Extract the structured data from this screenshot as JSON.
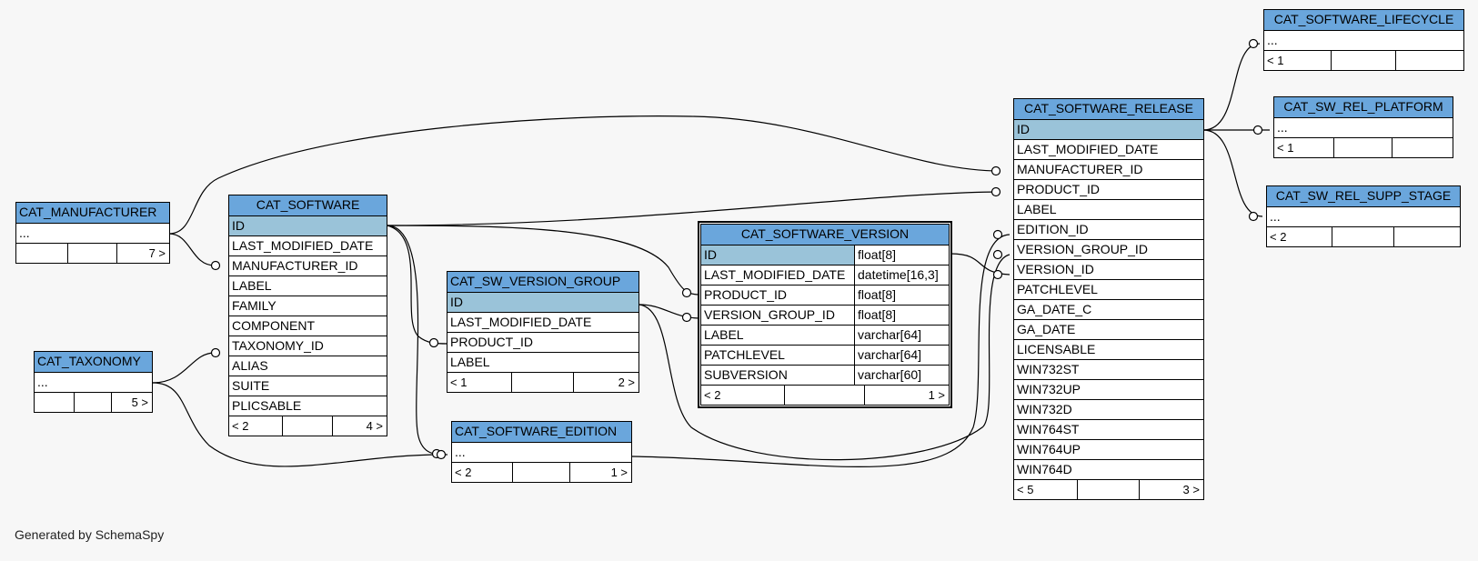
{
  "generated_by": "Generated by SchemaSpy",
  "tables": {
    "manufacturer": {
      "name": "CAT_MANUFACTURER",
      "rows": [
        "..."
      ],
      "footer": [
        "",
        "",
        "7 >"
      ]
    },
    "taxonomy": {
      "name": "CAT_TAXONOMY",
      "rows": [
        "..."
      ],
      "footer": [
        "",
        "",
        "5 >"
      ]
    },
    "software": {
      "name": "CAT_SOFTWARE",
      "pk": "ID",
      "rows": [
        "LAST_MODIFIED_DATE",
        "MANUFACTURER_ID",
        "LABEL",
        "FAMILY",
        "COMPONENT",
        "TAXONOMY_ID",
        "ALIAS",
        "SUITE",
        "PLICSABLE"
      ],
      "footer": [
        "< 2",
        "",
        "4 >"
      ]
    },
    "sw_version_group": {
      "name": "CAT_SW_VERSION_GROUP",
      "pk": "ID",
      "rows": [
        "LAST_MODIFIED_DATE",
        "PRODUCT_ID",
        "LABEL"
      ],
      "footer": [
        "< 1",
        "",
        "2 >"
      ]
    },
    "software_edition": {
      "name": "CAT_SOFTWARE_EDITION",
      "rows": [
        "..."
      ],
      "footer": [
        "< 2",
        "",
        "1 >"
      ]
    },
    "software_version": {
      "name": "CAT_SOFTWARE_VERSION",
      "pk": {
        "name": "ID",
        "type": "float[8]"
      },
      "rows": [
        {
          "name": "LAST_MODIFIED_DATE",
          "type": "datetime[16,3]"
        },
        {
          "name": "PRODUCT_ID",
          "type": "float[8]"
        },
        {
          "name": "VERSION_GROUP_ID",
          "type": "float[8]"
        },
        {
          "name": "LABEL",
          "type": "varchar[64]"
        },
        {
          "name": "PATCHLEVEL",
          "type": "varchar[64]"
        },
        {
          "name": "SUBVERSION",
          "type": "varchar[60]"
        }
      ],
      "footer": [
        "< 2",
        "",
        "1 >"
      ]
    },
    "software_release": {
      "name": "CAT_SOFTWARE_RELEASE",
      "pk": "ID",
      "rows": [
        "LAST_MODIFIED_DATE",
        "MANUFACTURER_ID",
        "PRODUCT_ID",
        "LABEL",
        "EDITION_ID",
        "VERSION_GROUP_ID",
        "VERSION_ID",
        "PATCHLEVEL",
        "GA_DATE_C",
        "GA_DATE",
        "LICENSABLE",
        "WIN732ST",
        "WIN732UP",
        "WIN732D",
        "WIN764ST",
        "WIN764UP",
        "WIN764D"
      ],
      "footer": [
        "< 5",
        "",
        "3 >"
      ]
    },
    "software_lifecycle": {
      "name": "CAT_SOFTWARE_LIFECYCLE",
      "rows": [
        "..."
      ],
      "footer": [
        "< 1",
        "",
        ""
      ]
    },
    "sw_rel_platform": {
      "name": "CAT_SW_REL_PLATFORM",
      "rows": [
        "..."
      ],
      "footer": [
        "< 1",
        "",
        ""
      ]
    },
    "sw_rel_supp_stage": {
      "name": "CAT_SW_REL_SUPP_STAGE",
      "rows": [
        "..."
      ],
      "footer": [
        "< 2",
        "",
        ""
      ]
    }
  },
  "colors": {
    "header": "#6aa6dc",
    "primary_key": "#9ac3d9",
    "background": "#f7f7f7"
  }
}
